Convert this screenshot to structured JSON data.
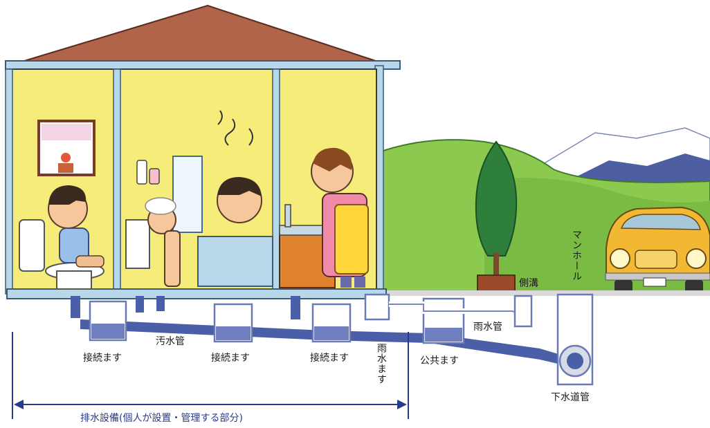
{
  "labels": {
    "junction1": "接続ます",
    "sewage_pipe": "汚水管",
    "junction2": "接続ます",
    "junction3": "接続ます",
    "rain_basin": "雨水ます",
    "public_basin": "公共ます",
    "rain_pipe": "雨水管",
    "side_ditch": "側溝",
    "manhole": "マンホール",
    "sewer_main": "下水道管"
  },
  "range_caption": "排水設備(個人が設置・管理する部分)",
  "colors": {
    "roof": "#b0654a",
    "wall": "#f6ec7a",
    "pipe": "#4a5fa8",
    "grass": "#8cc94f",
    "mountain": "#4e5ea3",
    "car": "#f2b733"
  }
}
